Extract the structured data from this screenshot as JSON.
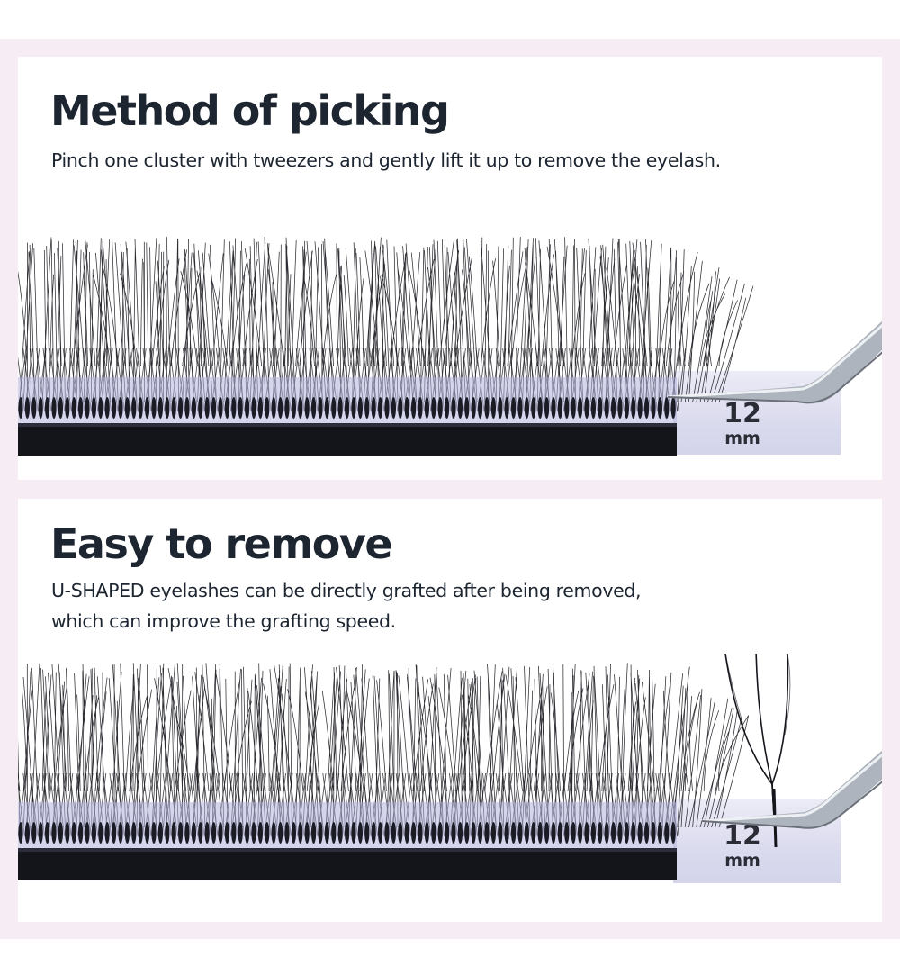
{
  "sections": [
    {
      "title": "Method of picking",
      "description_lines": [
        "Pinch one cluster with tweezers and gently lift it up to remove the eyelash."
      ]
    },
    {
      "title": "Easy to remove",
      "description_lines": [
        "U-SHAPED eyelashes can be directly grafted after being removed,",
        "which can improve the grafting speed."
      ]
    }
  ],
  "lash_tray": {
    "length_value": "12",
    "length_unit": "mm"
  },
  "colors": {
    "background": "#f6edf4",
    "panel": "#ffffff",
    "text": "#1c2530",
    "lash": "#15161c",
    "strip_tint": "#b2b2dc",
    "tweezers": "#b8bec6"
  }
}
